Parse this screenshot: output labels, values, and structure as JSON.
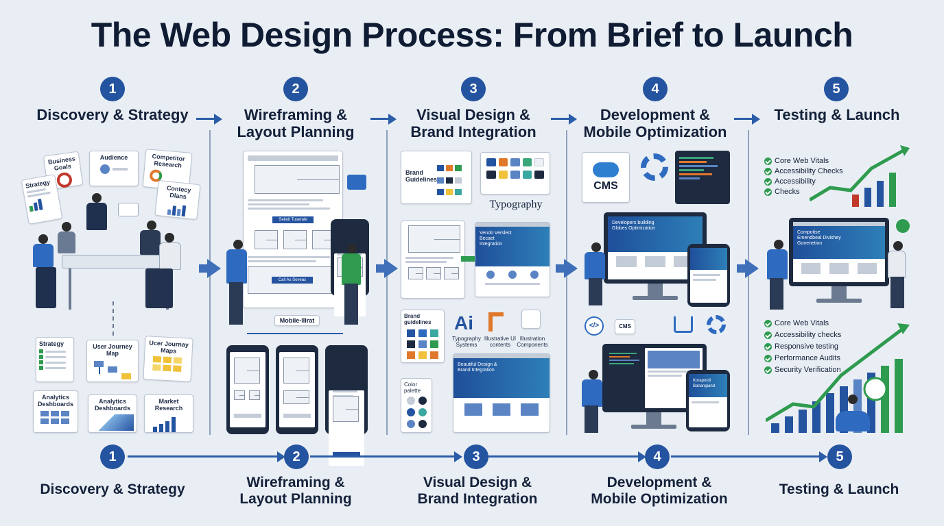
{
  "title": "The Web Design Process: From Brief to Launch",
  "colors": {
    "accent": "#2453a0",
    "green": "#2e9b4f",
    "background": "#e9eef4"
  },
  "steps": [
    {
      "num": "1",
      "title": "Discovery & Strategy"
    },
    {
      "num": "2",
      "title": "Wireframing & Layout Planning"
    },
    {
      "num": "3",
      "title": "Visual Design & Brand Integration"
    },
    {
      "num": "4",
      "title": "Development & Mobile Optimization"
    },
    {
      "num": "5",
      "title": "Testing & Launch"
    }
  ],
  "step1": {
    "cards": {
      "business_goals": "Business Goals",
      "audience": "Audience",
      "competitor": "Competitor Research",
      "strategy": "Strategy",
      "content_plans": "Contecy Dlans"
    },
    "lower": {
      "strategy": "Strategy",
      "user_journey_map": "User Journey Map",
      "user_journey_maps": "Ucer Journay Maps",
      "analytics_dashboards_a": "Analytics Deshboards",
      "analytics_dashboards_b": "Analytics Deshboards",
      "market_research": "Market Research"
    }
  },
  "step2": {
    "button1": "Sekoit Tuserale",
    "button2": "Call As Soveas",
    "mobile_label": "Mobile-lllrat"
  },
  "step3": {
    "brand_guidelines_card": "Brand Guidelines",
    "typography": "Typography",
    "hero1": "Venob Verslect Becaet Integration",
    "brand_guidelines_small": "Brand guidelines",
    "ai_label": "Ai",
    "typography_systems": "Typography Systems",
    "illustrative": "Illustrative UI contents",
    "illustration_components": "Illustration Components",
    "color_palette": "Color palette",
    "hero2": "Beautiful Design & Brand Integration"
  },
  "step4": {
    "cms": "CMS",
    "cms_small": "CMS",
    "hero1": "Developers building Globes Optimization",
    "hero2": "Korapordi Banangiand"
  },
  "step5": {
    "checks_top": [
      "Core Web Vitals",
      "Accessibility Checks",
      "Accessibility",
      "Checks"
    ],
    "checks_bottom": [
      "Core Web Vitals",
      "Accessibility checks",
      "Responsive testing",
      "Performance Audits",
      "Security Verification"
    ],
    "hero": "Compotise Emendbeal Divishey Gonenetion"
  },
  "bottom": [
    {
      "num": "1",
      "title": "Discovery & Strategy"
    },
    {
      "num": "2",
      "title": "Wireframing & Layout Planning"
    },
    {
      "num": "3",
      "title": "Visual Design & Brand Integration"
    },
    {
      "num": "4",
      "title": "Development & Mobile Optimization"
    },
    {
      "num": "5",
      "title": "Testing & Launch"
    }
  ]
}
